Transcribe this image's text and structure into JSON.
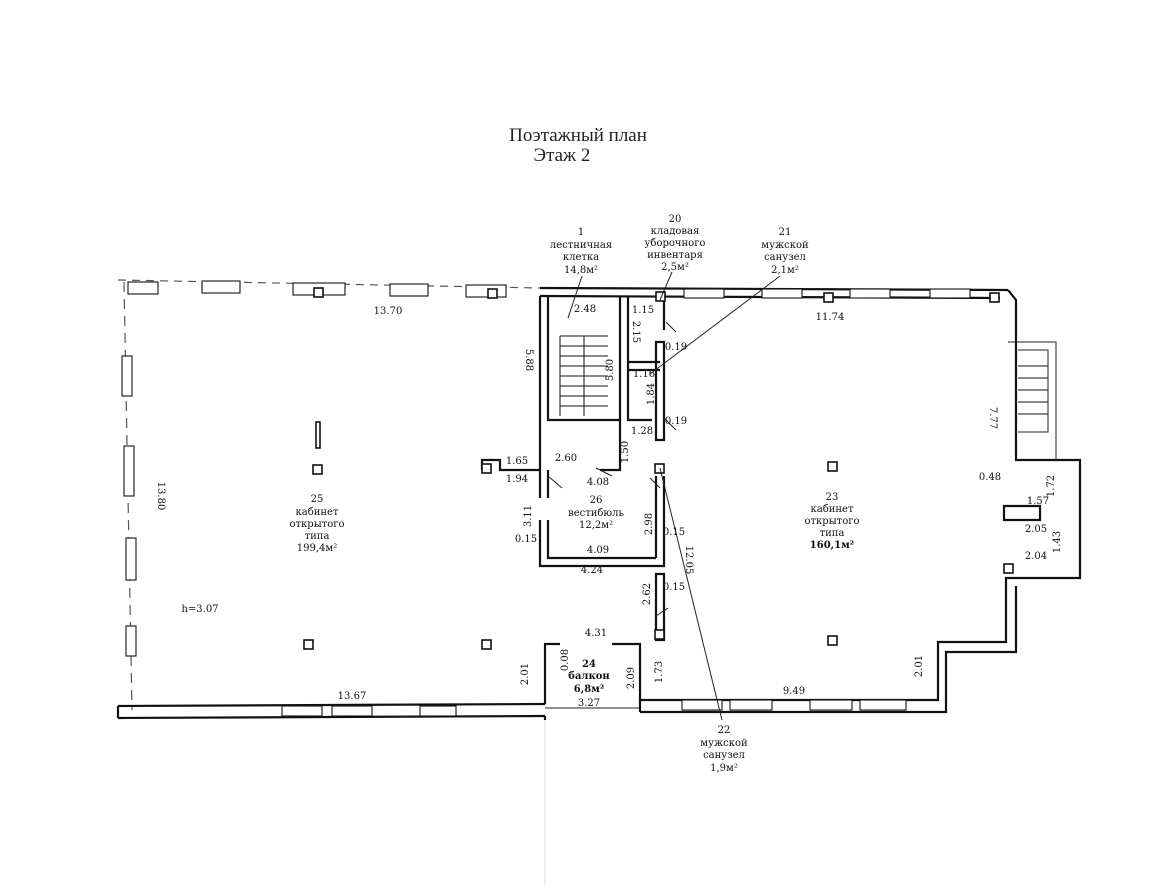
{
  "title": {
    "line1": "Поэтажный план",
    "line2": "Этаж 2"
  },
  "rooms": [
    {
      "id": "room-1",
      "number": "1",
      "name_lines": [
        "лестничная",
        "клетка"
      ],
      "area": "14,8м²"
    },
    {
      "id": "room-20",
      "number": "20",
      "name_lines": [
        "кладовая",
        "уборочного",
        "инвентаря"
      ],
      "area": "2,5м²"
    },
    {
      "id": "room-21",
      "number": "21",
      "name_lines": [
        "мужской",
        "санузел"
      ],
      "area": "2,1м²"
    },
    {
      "id": "room-22",
      "number": "22",
      "name_lines": [
        "мужской",
        "санузел"
      ],
      "area": "1,9м²"
    },
    {
      "id": "room-23",
      "number": "23",
      "name_lines": [
        "кабинет",
        "открытого",
        "типа"
      ],
      "area": "160,1м²"
    },
    {
      "id": "room-24",
      "number": "24",
      "name_lines": [
        "балкон"
      ],
      "area": "6,8м²"
    },
    {
      "id": "room-25",
      "number": "25",
      "name_lines": [
        "кабинет",
        "открытого",
        "типа"
      ],
      "area": "199,4м²"
    },
    {
      "id": "room-26",
      "number": "26",
      "name_lines": [
        "вестибюль"
      ],
      "area": "12,2м²"
    }
  ],
  "dimensions": {
    "d_13_70": "13.70",
    "d_13_80": "13.80",
    "d_13_67": "13.67",
    "d_h_3_07": "h=3.07",
    "d_5_88": "5.88",
    "d_2_48": "2.48",
    "d_5_80": "5.80",
    "d_1_15": "1.15",
    "d_2_15": "2.15",
    "d_0_19a": "0.19",
    "d_1_16": "1.16",
    "d_1_84": "1.84",
    "d_0_19b": "0.19",
    "d_1_28": "1.28",
    "d_1_50": "1.50",
    "d_1_65": "1.65",
    "d_1_94": "1.94",
    "d_2_60": "2.60",
    "d_4_08": "4.08",
    "d_3_11": "3.11",
    "d_0_15a": "0.15",
    "d_2_98": "2.98",
    "d_0_15b": "0.15",
    "d_12_05": "12.05",
    "d_4_09": "4.09",
    "d_4_24": "4.24",
    "d_2_62": "2.62",
    "d_0_15c": "0.15",
    "d_4_31": "4.31",
    "d_0_08": "0.08",
    "d_2_01a": "2.01",
    "d_2_09": "2.09",
    "d_1_73": "1.73",
    "d_3_27": "3.27",
    "d_9_49": "9.49",
    "d_2_01b": "2.01",
    "d_11_74": "11.74",
    "d_7_77": "7.77",
    "d_0_48": "0.48",
    "d_1_72": "1.72",
    "d_1_57": "1.57",
    "d_2_05": "2.05",
    "d_1_43": "1.43",
    "d_2_04": "2.04"
  }
}
